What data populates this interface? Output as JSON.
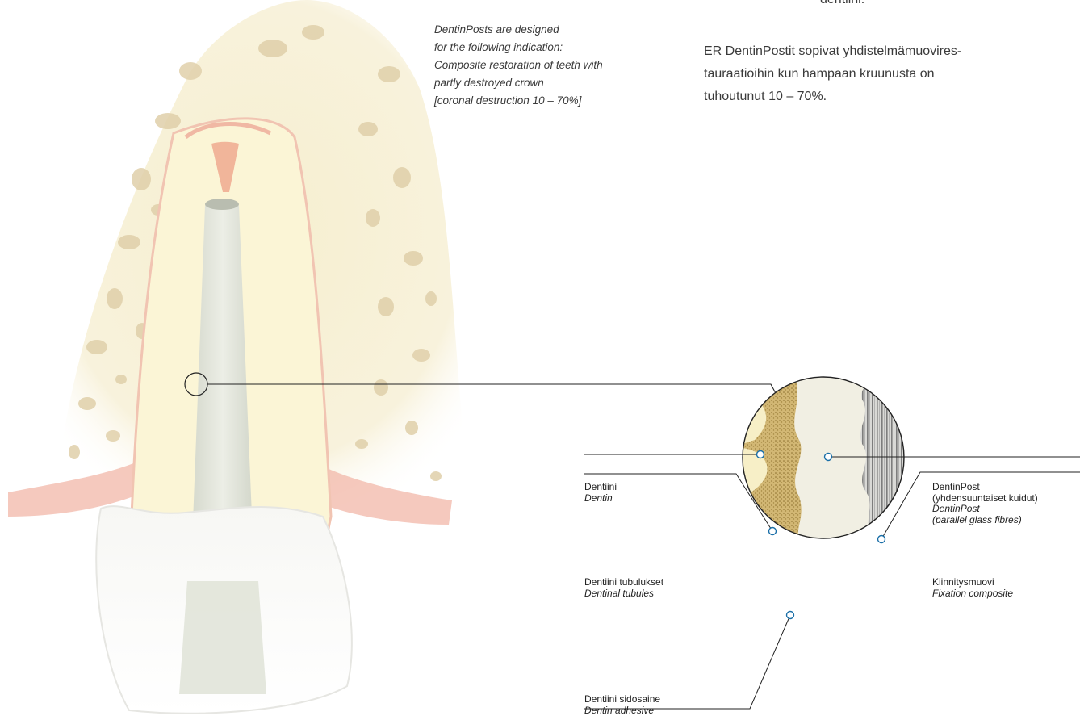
{
  "top_cut_text": "dentiini.",
  "indication_en": {
    "lines": [
      "DentinPosts are designed",
      "for the following indication:",
      "Composite restoration of teeth with",
      "partly destroyed crown",
      "[coronal destruction 10 – 70%]"
    ]
  },
  "indication_fi": {
    "lines": [
      "ER DentinPostit sopivat yhdistelmämuovires-",
      "tauraatioihin kun hampaan kruunusta on",
      "tuhoutunut 10 – 70%."
    ]
  },
  "labels": {
    "dentin": {
      "fi": "Dentiini",
      "en": "Dentin"
    },
    "tubules": {
      "fi": "Dentiini tubulukset",
      "en": "Dentinal tubules"
    },
    "adhesive": {
      "fi": "Dentiini sidosaine",
      "en": "Dentin adhesive"
    },
    "post": {
      "fi1": "DentinPost",
      "fi2": "(yhdensuuntaiset kuidut)",
      "en1": "DentinPost",
      "en2": "(parallel glass fibres)"
    },
    "composite": {
      "fi": "Kiinnitysmuovi",
      "en": "Fixation composite"
    }
  },
  "colors": {
    "dentin": "#fbf5d6",
    "bone": "#f7f1d8",
    "bone_holes": "#e2d2ad",
    "gum": "#f2b7a8",
    "pulp": "#eea98f",
    "post": "#dfe3d7",
    "enamel": "#f4f4f2",
    "adhesive": "#c9a95a",
    "fibres": "#8d8d8d"
  }
}
